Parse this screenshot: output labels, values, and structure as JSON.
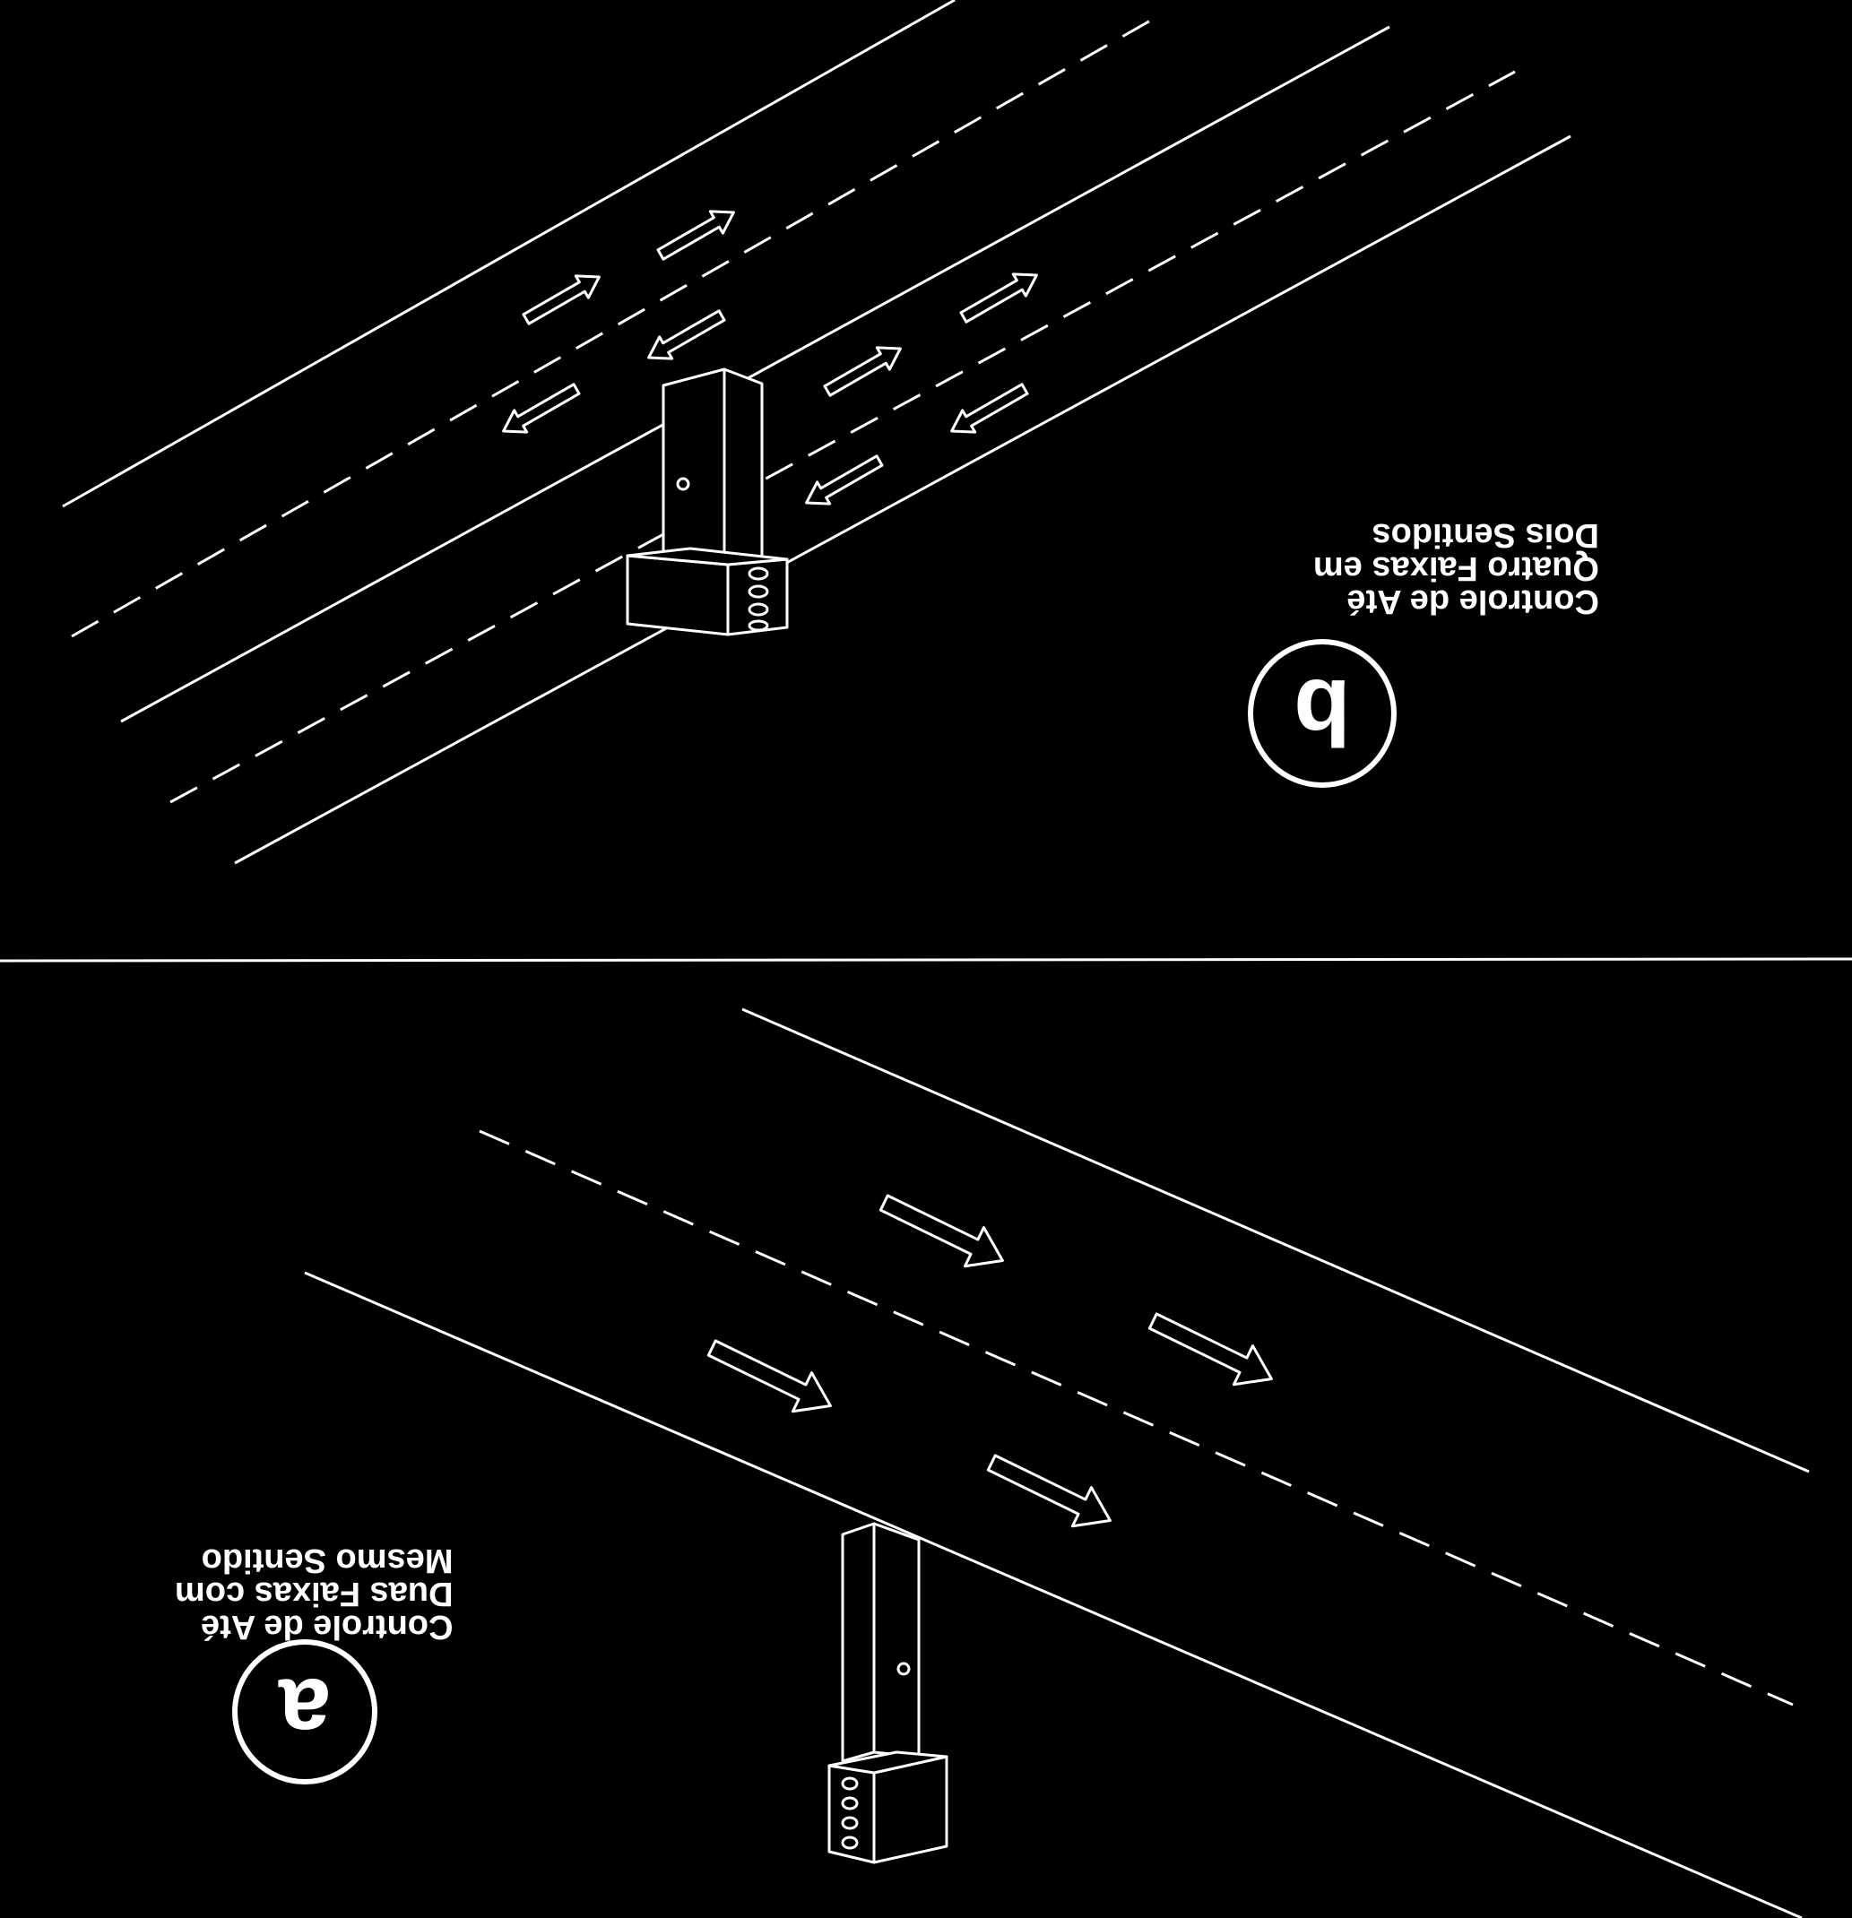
{
  "panel_b": {
    "badge_letter": "b",
    "caption_lines": [
      "Controle de Até",
      "Quatro Faixas em",
      "Dois Sentidos"
    ]
  },
  "panel_a": {
    "badge_letter": "a",
    "caption_lines": [
      "Controle de Até",
      "Duas Faixas com",
      "Mesmo Sentido"
    ]
  },
  "colors": {
    "background": "#000000",
    "ink": "#ffffff"
  }
}
